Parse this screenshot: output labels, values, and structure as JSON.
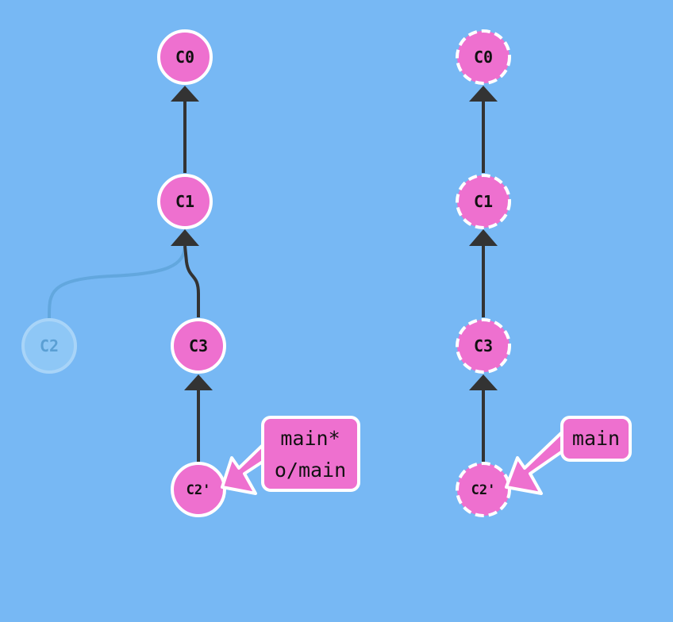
{
  "colors": {
    "background": "#77b8f4",
    "commit_fill": "#ee70cf",
    "commit_stroke": "#ffffff",
    "edge": "#333333",
    "ghost_fill": "#8ec7f6",
    "ghost_text": "#5a9fd4"
  },
  "local_repo": {
    "commits": [
      {
        "id": "C0",
        "label": "C0"
      },
      {
        "id": "C1",
        "label": "C1"
      },
      {
        "id": "C2",
        "label": "C2",
        "orphaned": true
      },
      {
        "id": "C3",
        "label": "C3"
      },
      {
        "id": "C2p",
        "label": "C2'"
      }
    ],
    "edges": [
      {
        "from": "C1",
        "to": "C0"
      },
      {
        "from": "C3",
        "to": "C1"
      },
      {
        "from": "C2",
        "to": "C1",
        "orphaned": true
      },
      {
        "from": "C2p",
        "to": "C3"
      }
    ],
    "branch_tag": {
      "lines": [
        "main*",
        "o/main"
      ],
      "points_to": "C2p"
    }
  },
  "remote_repo": {
    "commits": [
      {
        "id": "C0",
        "label": "C0"
      },
      {
        "id": "C1",
        "label": "C1"
      },
      {
        "id": "C3",
        "label": "C3"
      },
      {
        "id": "C2p",
        "label": "C2'"
      }
    ],
    "edges": [
      {
        "from": "C1",
        "to": "C0"
      },
      {
        "from": "C3",
        "to": "C1"
      },
      {
        "from": "C2p",
        "to": "C3"
      }
    ],
    "branch_tag": {
      "lines": [
        "main"
      ],
      "points_to": "C2p"
    }
  }
}
